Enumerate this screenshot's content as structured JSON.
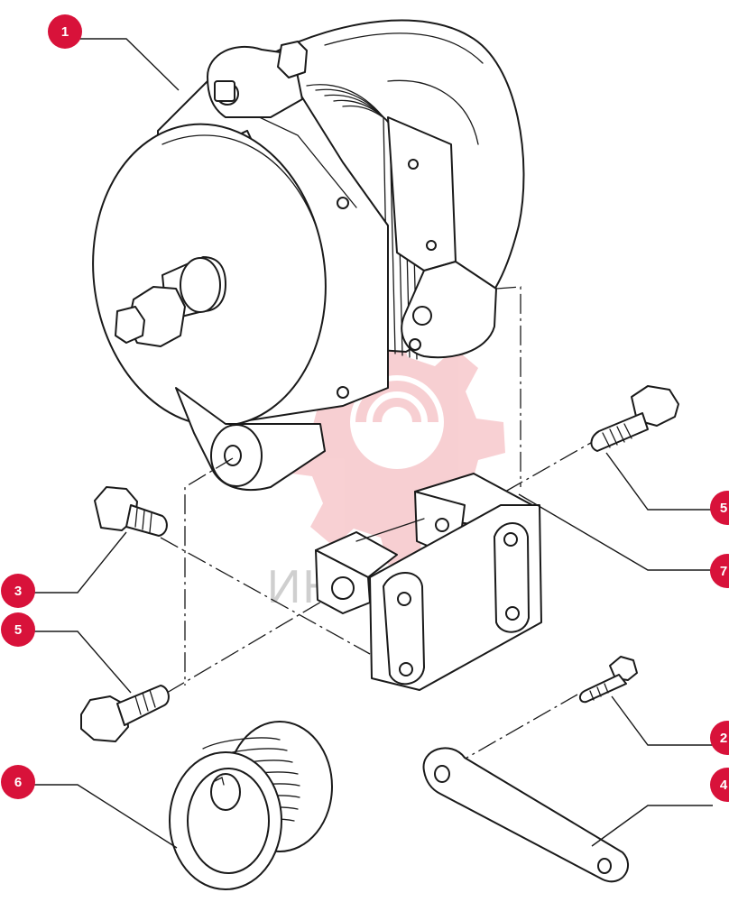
{
  "colors": {
    "badge": "#d8123a",
    "line": "#1a1a1a",
    "watermark": "#f2a9ae"
  },
  "watermark": {
    "icon": "gear-logo-icon",
    "text": "ИНТЕХ"
  },
  "callouts": [
    {
      "id": "callout-alternator",
      "label": "1"
    },
    {
      "id": "callout-screw-short",
      "label": "2"
    },
    {
      "id": "callout-bolt-left",
      "label": "3"
    },
    {
      "id": "callout-link-bar",
      "label": "4"
    },
    {
      "id": "callout-bolt-right",
      "label": "5"
    },
    {
      "id": "callout-bolt-lower",
      "label": "5"
    },
    {
      "id": "callout-pulley",
      "label": "6"
    },
    {
      "id": "callout-bracket",
      "label": "7"
    }
  ]
}
